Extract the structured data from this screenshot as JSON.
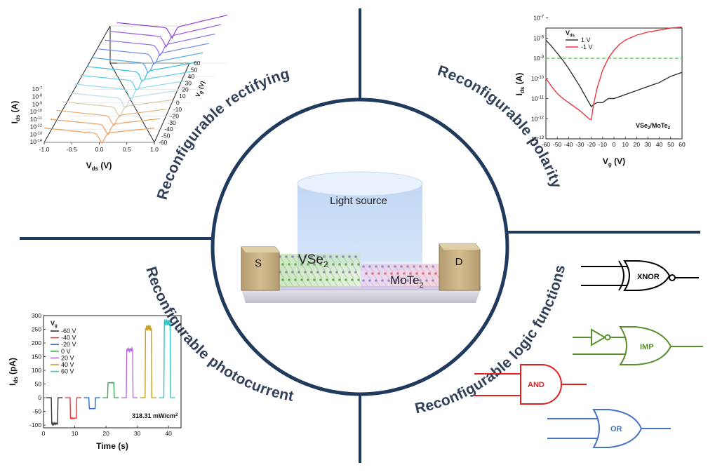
{
  "center": {
    "light_source": "Light source",
    "source_label": "S",
    "drain_label": "D",
    "material_left": "VSe",
    "material_left_sub": "2",
    "material_right": "MoTe",
    "material_right_sub": "2"
  },
  "quadrant_titles": {
    "rectifying": "Reconfigurable rectifying",
    "polarity": "Reconfigurable polarity",
    "photocurrent": "Reconfigurable photocurrent",
    "logic": "Reconfigurable logic functions"
  },
  "colors": {
    "divider": "#1f3a5c",
    "title": "#2f4058",
    "xnor": "#000000",
    "imp": "#5a8f2e",
    "and": "#e02020",
    "or": "#4472c4"
  },
  "logic_gates": {
    "xnor": "XNOR",
    "imp": "IMP",
    "and": "AND",
    "or": "OR"
  },
  "chart_data": [
    {
      "type": "line",
      "id": "rectifying",
      "xlabel": "V",
      "xlabel_sub": "ds",
      "xlabel_unit": " (V)",
      "ylabel": "I",
      "ylabel_sub": "ds",
      "ylabel_unit": " (A)",
      "zlabel": "V",
      "zlabel_sub": "g",
      "zlabel_unit": " (V)",
      "x_ticks": [
        "-1.0",
        "-0.5",
        "0.0",
        "0.5",
        "1.0"
      ],
      "y_ticks": [
        "10-14",
        "10-13",
        "10-12",
        "10-11",
        "10-10",
        "10-9",
        "10-8",
        "10-7"
      ],
      "y_tick_base": "10",
      "y_tick_exps": [
        "-14",
        "-13",
        "-12",
        "-11",
        "-10",
        "-9",
        "-8",
        "-7"
      ],
      "z_ticks": [
        "60",
        "50",
        "40",
        "30",
        "20",
        "10",
        "0",
        "-10",
        "-20",
        "-30",
        "-40",
        "-50",
        "-60"
      ],
      "xlim": [
        -1.0,
        1.0
      ],
      "ylim_log": [
        -14,
        -7
      ],
      "vg_values": [
        60,
        50,
        40,
        30,
        20,
        10,
        0,
        -10,
        -20,
        -30,
        -40,
        -50,
        -60
      ]
    },
    {
      "type": "line",
      "id": "polarity",
      "xlabel": "V",
      "xlabel_sub": "g",
      "xlabel_unit": " (V)",
      "ylabel": "I",
      "ylabel_sub": "ds",
      "ylabel_unit": " (A)",
      "legend_title": "V",
      "legend_title_sub": "ds",
      "annotation": "VSe",
      "annotation_sub": "2",
      "annotation_mid": "/MoTe",
      "annotation_sub2": "2",
      "xlim": [
        -60,
        60
      ],
      "ylim_log": [
        -13,
        -7.5
      ],
      "x_ticks": [
        "-60",
        "-50",
        "-40",
        "-30",
        "-20",
        "-10",
        "0",
        "10",
        "20",
        "30",
        "40",
        "50",
        "60"
      ],
      "y_tick_exps": [
        "-7",
        "-8",
        "-9",
        "-10",
        "-11",
        "-12",
        "-13"
      ],
      "y_tick_base": "10",
      "threshold_log": -9,
      "series": [
        {
          "name": "1 V",
          "color": "#333333",
          "x": [
            -60,
            -55,
            -50,
            -45,
            -40,
            -35,
            -30,
            -25,
            -22,
            -20,
            -18,
            -15,
            -10,
            -5,
            0,
            5,
            10,
            20,
            30,
            40,
            50,
            60
          ],
          "logy": [
            -8.1,
            -8.4,
            -8.75,
            -9.1,
            -9.5,
            -9.95,
            -10.4,
            -10.9,
            -11.2,
            -11.4,
            -11.3,
            -11.2,
            -11.2,
            -11.0,
            -11.0,
            -10.9,
            -10.8,
            -10.6,
            -10.4,
            -10.2,
            -9.9,
            -9.7
          ]
        },
        {
          "name": "-1 V",
          "color": "#e8383d",
          "x": [
            -60,
            -55,
            -50,
            -45,
            -40,
            -35,
            -30,
            -25,
            -22,
            -20,
            -18,
            -15,
            -10,
            -5,
            0,
            5,
            10,
            20,
            30,
            40,
            50,
            60
          ],
          "logy": [
            -10.0,
            -10.4,
            -10.75,
            -11.0,
            -11.2,
            -11.4,
            -11.6,
            -11.85,
            -12.0,
            -12.05,
            -11.3,
            -10.5,
            -9.6,
            -9.0,
            -8.6,
            -8.3,
            -8.1,
            -7.85,
            -7.7,
            -7.6,
            -7.5,
            -7.45
          ]
        }
      ]
    },
    {
      "type": "line",
      "id": "photocurrent",
      "xlabel": "Time (s)",
      "ylabel": "I",
      "ylabel_sub": "ds",
      "ylabel_unit": " (pA)",
      "legend_title": "V",
      "legend_title_sub": "g",
      "annotation": "318.31 mW/cm",
      "annotation_sup": "2",
      "xlim": [
        0,
        44
      ],
      "ylim": [
        -110,
        300
      ],
      "x_ticks": [
        0,
        10,
        20,
        30,
        40
      ],
      "y_ticks": [
        -100,
        -50,
        0,
        50,
        100,
        150,
        200,
        250,
        300
      ],
      "series": [
        {
          "name": "-60 V",
          "color": "#333333",
          "on": 2.5,
          "off": 4.5,
          "level": -95
        },
        {
          "name": "-40 V",
          "color": "#e8383d",
          "on": 8.5,
          "off": 10.5,
          "level": -75
        },
        {
          "name": "-20 V",
          "color": "#2a6ad4",
          "on": 14.5,
          "off": 16.5,
          "level": -40
        },
        {
          "name": "0 V",
          "color": "#3aa856",
          "on": 20.5,
          "off": 22.5,
          "level": 55
        },
        {
          "name": "20 V",
          "color": "#b96be0",
          "on": 26.5,
          "off": 28.5,
          "level": 175
        },
        {
          "name": "40 V",
          "color": "#c7a020",
          "on": 32.5,
          "off": 34.5,
          "level": 255
        },
        {
          "name": "60 V",
          "color": "#30c4c4",
          "on": 38.5,
          "off": 40.5,
          "level": 275
        }
      ]
    }
  ]
}
